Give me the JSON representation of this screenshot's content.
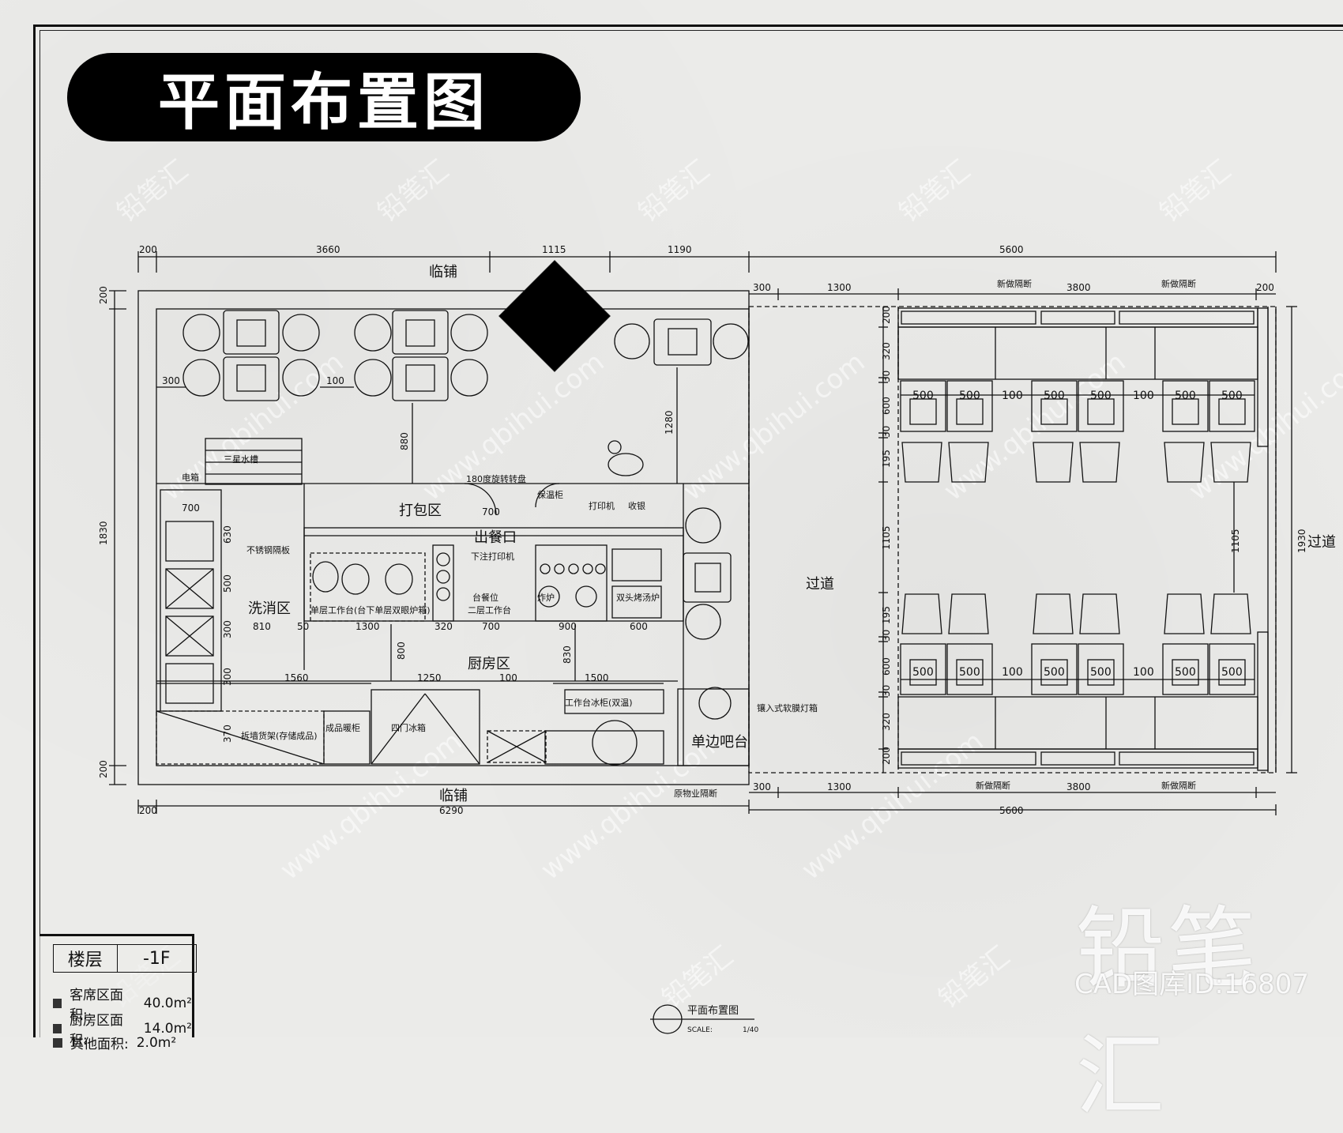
{
  "title": "平面布置图",
  "labels": {
    "adjacent_top": "临铺",
    "adjacent_bottom": "临铺",
    "packing": "打包区",
    "serving": "出餐口",
    "washing": "洗消区",
    "kitchen": "厨房区",
    "aisle_mid": "过道",
    "aisle_right": "过道",
    "bar": "单边吧台",
    "light_box": "镶入式软膜灯箱",
    "orig_partition": "原物业隔断",
    "new_partition": "新做隔断",
    "stainless_partition": "不锈钢隔板",
    "work_table": "单层工作台(台下单层双眼炉箱)",
    "work_table2": "二层工作台",
    "table_position": "台餐位",
    "printer": "打印机",
    "cash": "收银",
    "order_printer": "下注打印机",
    "fryer": "炸炉",
    "insulation": "保温柜",
    "double_fryer": "双头烤汤炉",
    "finished": "成品暖柜",
    "shelf": "拆墙货架(存储成品)",
    "fridge_door": "四门冰箱",
    "work_bench": "工作台冰柜(双温)",
    "rotating": "180度旋转转盘",
    "sink": "三星水槽",
    "electric_box": "电箱"
  },
  "dims": {
    "top": [
      "200",
      "3660",
      "1115",
      "1190",
      "5600"
    ],
    "right_top": [
      "300",
      "1300",
      "3800",
      "200"
    ],
    "bottom_left": [
      "200",
      "6290"
    ],
    "bottom_right": [
      "300",
      "1300",
      "3800",
      "5600"
    ],
    "left": [
      "200",
      "1830",
      "200"
    ],
    "right": [
      "1930"
    ],
    "inner": [
      "300",
      "100",
      "880",
      "1280",
      "700",
      "700",
      "630",
      "500",
      "300",
      "300",
      "810",
      "50",
      "1300",
      "320",
      "700",
      "900",
      "600",
      "800",
      "830",
      "1560",
      "1250",
      "100",
      "1500",
      "370",
      "1105"
    ],
    "seat_dims": [
      "200",
      "320",
      "30",
      "600",
      "30",
      "195",
      "1105",
      "195",
      "30",
      "600",
      "30",
      "320",
      "200"
    ],
    "table_500": "500",
    "gap_100": "100"
  },
  "legend": {
    "floor_label": "楼层",
    "floor_value": "-1F",
    "rows": [
      {
        "label": "客席区面积:",
        "value": "40.0m²"
      },
      {
        "label": "厨房区面积:",
        "value": "14.0m²"
      },
      {
        "label": "其他面积:",
        "value": "2.0m²"
      }
    ]
  },
  "caption": {
    "title": "平面布置图",
    "scale_label": "SCALE:",
    "scale_value": "1/40"
  },
  "brand": {
    "name": "铅笔汇",
    "id_text": "CAD图库ID:16807"
  },
  "watermarks": [
    "铅笔汇",
    "www.qbihui.com"
  ]
}
